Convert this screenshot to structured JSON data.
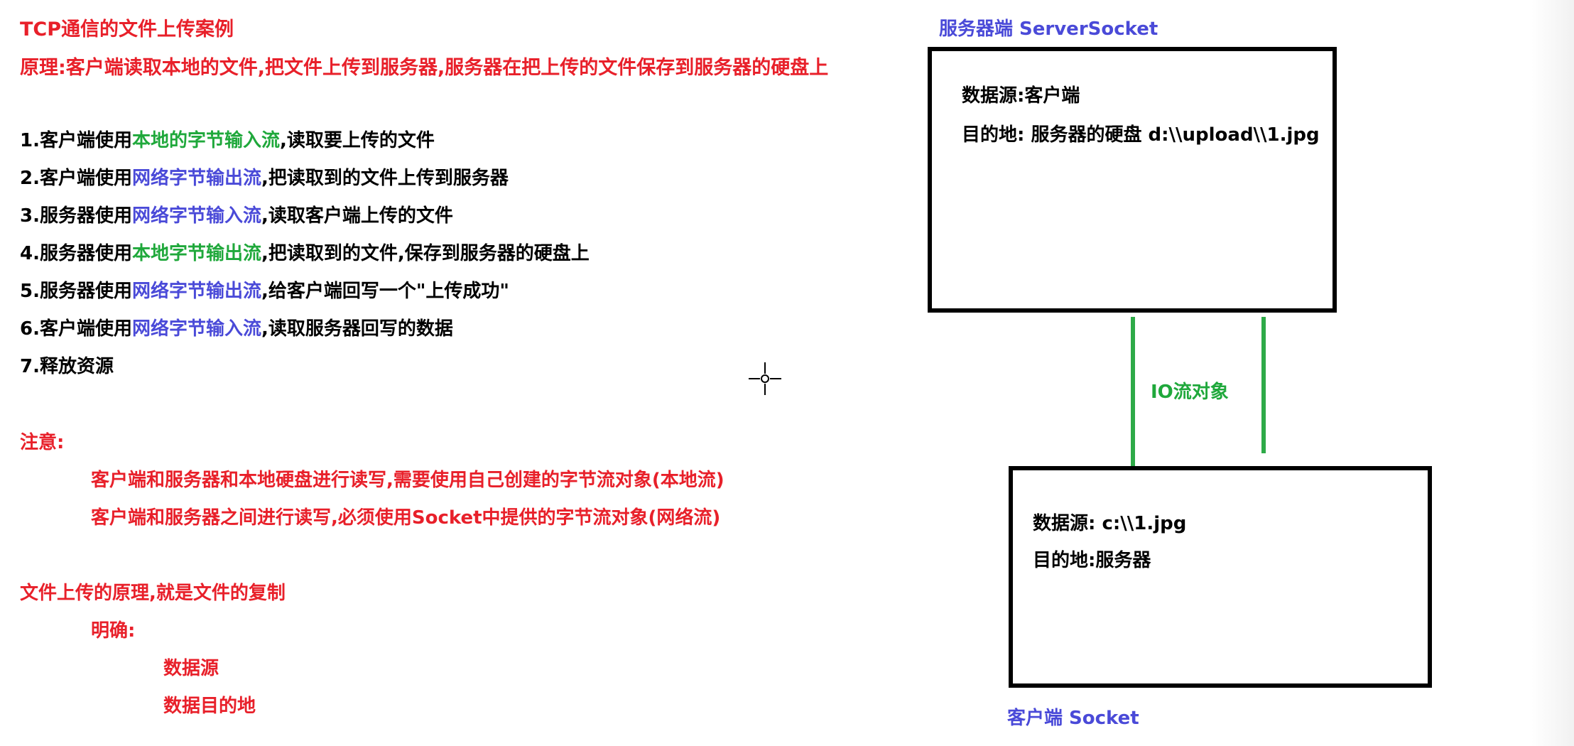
{
  "left": {
    "title": "TCP通信的文件上传案例",
    "principle": "原理:客户端读取本地的文件,把文件上传到服务器,服务器在把上传的文件保存到服务器的硬盘上",
    "steps": [
      {
        "prefix": "1.客户端使用",
        "highlight": "本地的字节输入流",
        "suffix": ",读取要上传的文件"
      },
      {
        "prefix": "2.客户端使用",
        "highlight": "网络字节输出流",
        "suffix": ",把读取到的文件上传到服务器"
      },
      {
        "prefix": "3.服务器使用",
        "highlight": "网络字节输入流",
        "suffix": ",读取客户端上传的文件"
      },
      {
        "prefix": "4.服务器使用",
        "highlight": "本地字节输出流",
        "suffix": ",把读取到的文件,保存到服务器的硬盘上"
      },
      {
        "prefix": "5.服务器使用",
        "highlight": "网络字节输出流",
        "suffix": ",给客户端回写一个\"上传成功\""
      },
      {
        "prefix": "6.客户端使用",
        "highlight": "网络字节输入流",
        "suffix": ",读取服务器回写的数据"
      },
      {
        "prefix": "7.释放资源",
        "highlight": "",
        "suffix": ""
      }
    ],
    "note_title": "注意:",
    "notes": [
      "客户端和服务器和本地硬盘进行读写,需要使用自己创建的字节流对象(本地流)",
      "客户端和服务器之间进行读写,必须使用Socket中提供的字节流对象(网络流)"
    ],
    "copy_principle": "文件上传的原理,就是文件的复制",
    "clarify": "明确:",
    "clarify_items": [
      "数据源",
      "数据目的地"
    ]
  },
  "server": {
    "label": "服务器端 ServerSocket",
    "source": "数据源:客户端",
    "dest": "目的地: 服务器的硬盘 d:\\\\upload\\\\1.jpg"
  },
  "connection": {
    "label": "IO流对象"
  },
  "client": {
    "label": "客户端 Socket",
    "source": "数据源: c:\\\\1.jpg",
    "dest": "目的地:服务器"
  },
  "colors": {
    "red": "#e8202a",
    "green": "#1fa83b",
    "blue": "#4a4ad8",
    "line_green": "#2eaa48"
  },
  "icons": {
    "cursor": "crosshair-cursor-icon"
  }
}
